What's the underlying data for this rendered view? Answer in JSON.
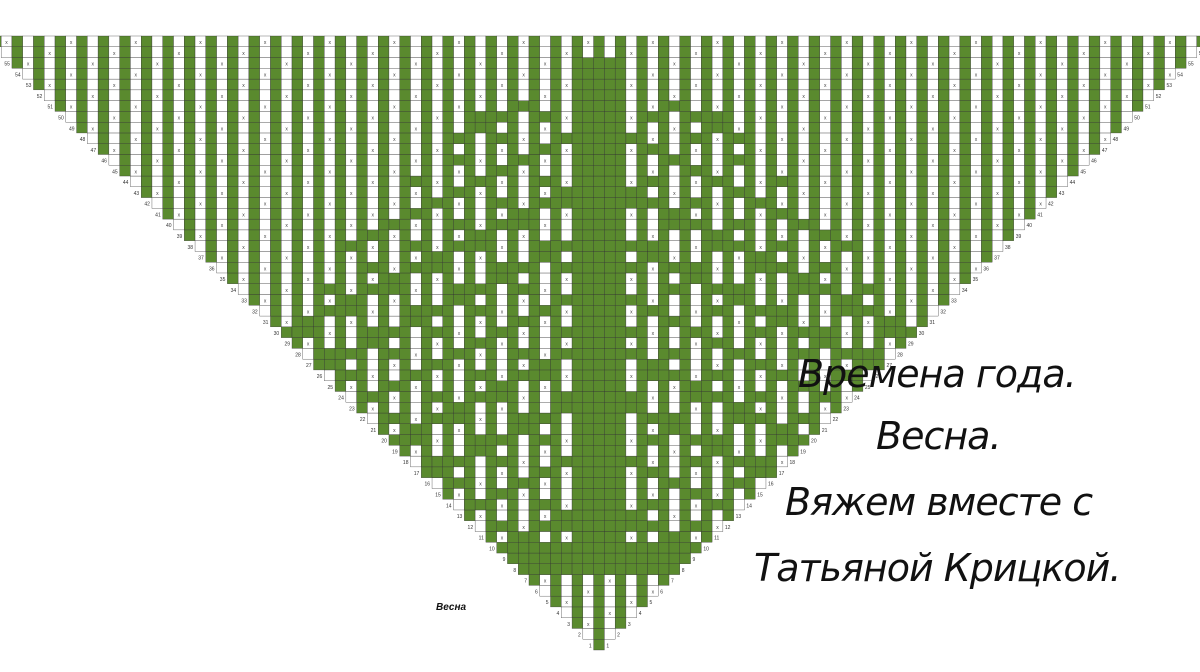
{
  "pattern": {
    "colors": {
      "fill": "#5a8a2e",
      "empty": "#ffffff",
      "grid": "#333333"
    },
    "stitch_symbol": "x",
    "row_count": 57
  },
  "captions": {
    "line1": "Времена года.",
    "line2": "Весна.",
    "line3": "Вяжем вместе с",
    "line4": "Татьяной Крицкой."
  },
  "chart_label": "Весна"
}
